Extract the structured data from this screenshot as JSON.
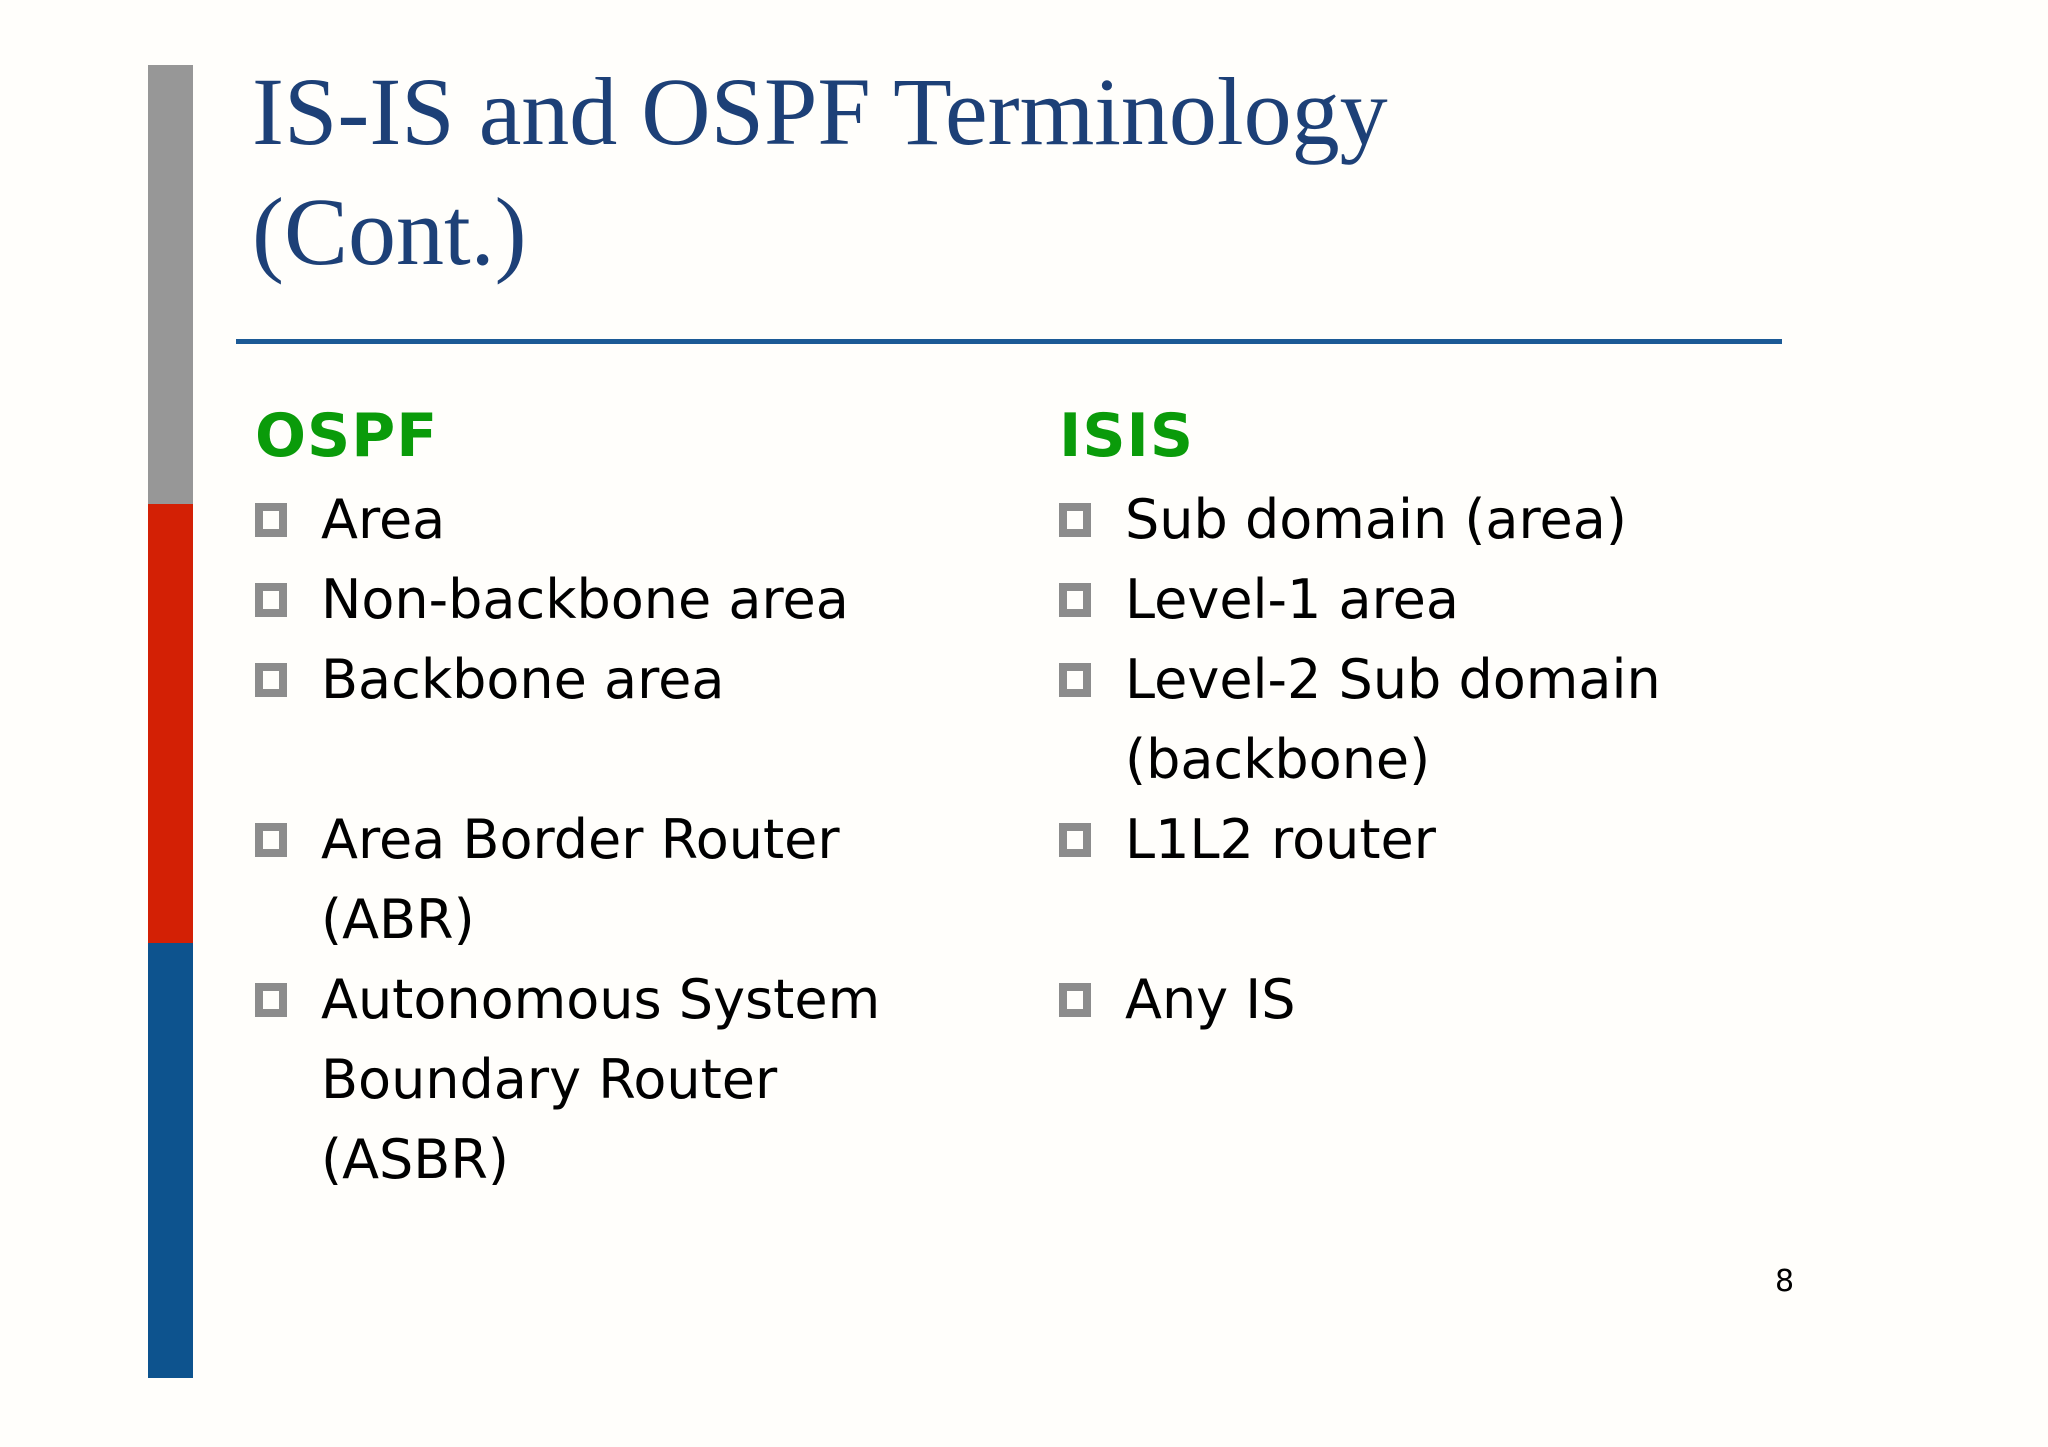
{
  "slide": {
    "title": {
      "line1": "IS-IS and OSPF Terminology",
      "line2": "(Cont.)"
    },
    "page_number": "8",
    "colors": {
      "accent_gray": "#979797",
      "accent_red": "#d32005",
      "accent_blue": "#0d538e",
      "title_navy": "#1d4077",
      "rule_blue": "#1c5a96",
      "header_green": "#0a9b0a",
      "bullet_gray": "#8c8c8c",
      "body_text": "#000000"
    },
    "columns": [
      {
        "header": "OSPF",
        "items": [
          {
            "lines": [
              "Area"
            ]
          },
          {
            "lines": [
              "Non-backbone area"
            ]
          },
          {
            "lines": [
              "Backbone area"
            ]
          },
          {
            "lines": [
              "Area Border Router",
              "(ABR)"
            ]
          },
          {
            "lines": [
              "Autonomous System",
              "Boundary Router",
              "(ASBR)"
            ]
          }
        ]
      },
      {
        "header": "ISIS",
        "items": [
          {
            "lines": [
              "Sub domain (area)"
            ]
          },
          {
            "lines": [
              "Level-1 area"
            ]
          },
          {
            "lines": [
              "Level-2 Sub domain",
              "(backbone)"
            ]
          },
          {
            "lines": [
              "L1L2 router"
            ]
          },
          {
            "lines": [
              "Any IS"
            ]
          }
        ]
      }
    ]
  }
}
